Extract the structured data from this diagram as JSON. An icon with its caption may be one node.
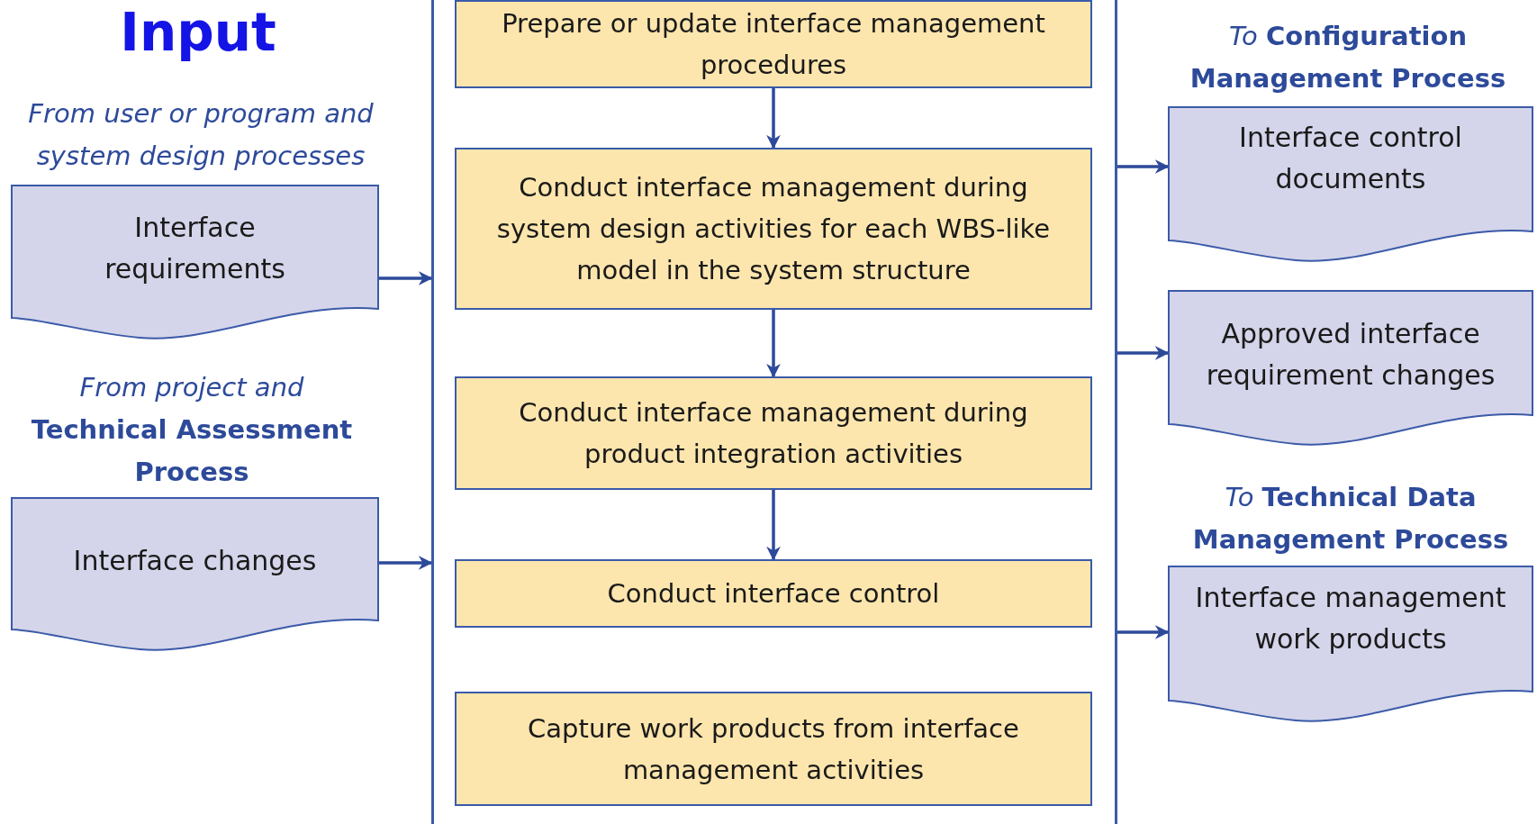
{
  "diagram": {
    "title": "Input",
    "nodes": [
      {
        "text": [],
        "shape": "box"
      },
      {
        "text": [
          "Prepare or update interface management procedures"
        ],
        "in": 0
      },
      {
        "text": [
          "Conduct interface management during system design activities for each WBS-like model in the system structure"
        ],
        "in": 0
      },
      {
        "text": [
          "Conduct interface management during product integration activities"
        ],
        "in": 0
      },
      {
        "text": [
          "Conduct interface control"
        ],
        "in": 0
      },
      {
        "text": [
          "Capture work products from interface management activities"
        ],
        "in": 0
      },
      {
        "text": [
          "Interface requirements"
        ]
      },
      {
        "text": [
          "Interface changes"
        ]
      },
      {
        "text": [
          "Interface control documents"
        ]
      },
      {
        "text": [
          "Approved interface requirement changes"
        ]
      },
      {
        "text": [
          "Interface management work products"
        ]
      }
    ],
    "edges": [
      {
        "from": 1,
        "to": 2,
        "arrow": "to"
      },
      {
        "from": 2,
        "to": 3,
        "arrow": "to"
      },
      {
        "from": 3,
        "to": 4,
        "arrow": "to"
      },
      {
        "from": 6,
        "to": 0,
        "arrow": "to"
      },
      {
        "from": 7,
        "to": 0,
        "arrow": "to"
      },
      {
        "from": 0,
        "to": 8,
        "arrow": "to"
      },
      {
        "from": 0,
        "to": 9,
        "arrow": "to"
      },
      {
        "from": 0,
        "to": 10,
        "arrow": "to"
      }
    ],
    "labels": [
      "*From user or program and system design processes*",
      "*From project and* **Technical Assessment Process**",
      "*To* **Configuration Management Process**",
      "*To* **Technical Data Management Process**"
    ]
  }
}
